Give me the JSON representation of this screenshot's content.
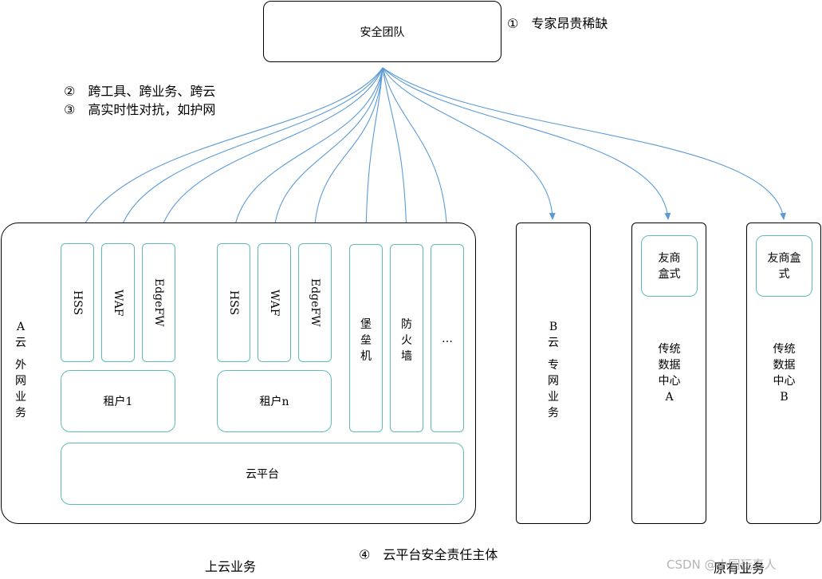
{
  "security_team": "安全团队",
  "notes": {
    "n1": "①　专家昂贵稀缺",
    "n2": "②　跨工具、跨业务、跨云",
    "n3": "③　高实时性对抗，如护网",
    "n4": "④　云平台安全责任主体"
  },
  "cloud_a": {
    "label_lines": [
      "A",
      "云",
      "",
      "外",
      "网",
      "业",
      "务"
    ],
    "tenant1": {
      "tools": [
        "HSS",
        "WAF",
        "EdgeFW"
      ],
      "name": "租户1"
    },
    "tenantn": {
      "tools": [
        "HSS",
        "WAF",
        "EdgeFW"
      ],
      "name": "租户n"
    },
    "shared_tools": [
      {
        "lines": [
          "堡",
          "垒",
          "机"
        ]
      },
      {
        "lines": [
          "防",
          "火",
          "墙"
        ]
      },
      {
        "lines": [
          "…"
        ]
      }
    ],
    "platform": "云平台"
  },
  "cloud_b": {
    "label_lines": [
      "B",
      "云",
      "",
      "专",
      "网",
      "业",
      "务"
    ]
  },
  "dc_a": {
    "box_lines": [
      "友商",
      "盒式"
    ],
    "label_lines": [
      "传统",
      "数据",
      "中心",
      "A"
    ]
  },
  "dc_b": {
    "box_lines": [
      "友商盒",
      "式"
    ],
    "label_lines": [
      "传统",
      "数据",
      "中心",
      "B"
    ]
  },
  "footer": {
    "cloud_business": "上云业务",
    "existing_business": "原有业务"
  },
  "watermark": "CSDN @小园玩事人",
  "colors": {
    "arrow": "#5b9bd5",
    "teal": "#5fbcb8",
    "border": "#000000"
  }
}
